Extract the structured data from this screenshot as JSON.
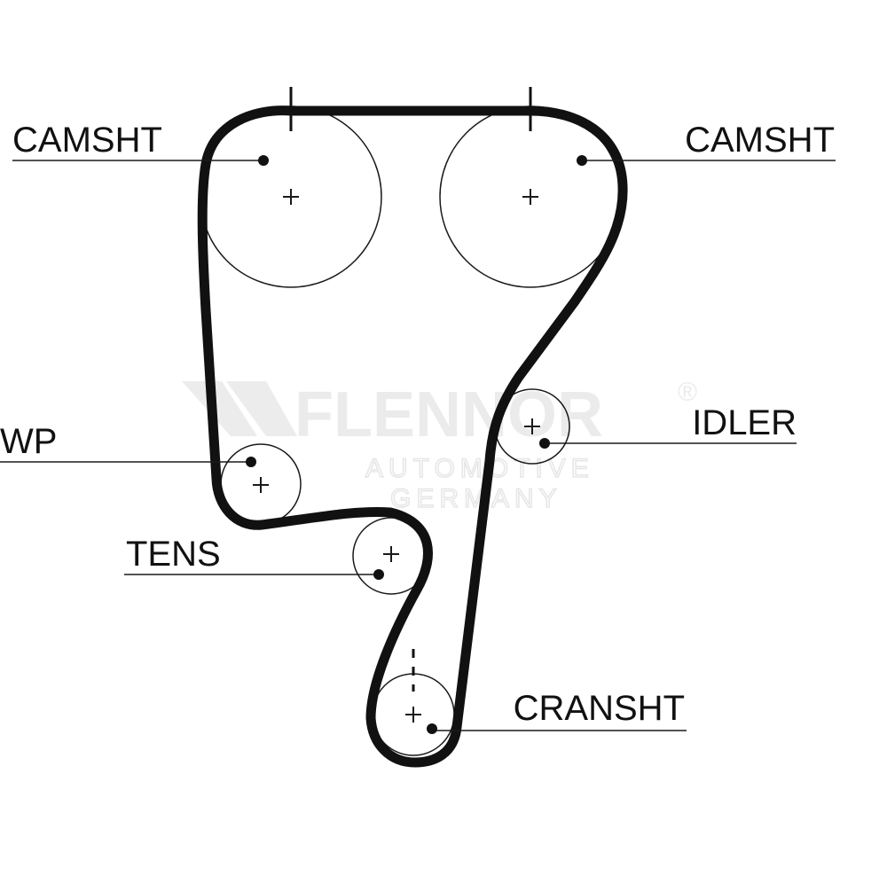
{
  "watermark": {
    "brand": "FLENNOR",
    "line1": "AUTOMOTIVE",
    "line2": "GERMANY",
    "registered": "®",
    "color": "#ebebeb"
  },
  "labels": {
    "camshaft_left": "CAMSHT",
    "camshaft_right": "CAMSHT",
    "water_pump": "WP",
    "tensioner": "TENS",
    "idler": "IDLER",
    "crankshaft": "CRANSHT"
  },
  "colors": {
    "belt": "#111111",
    "line": "#1a1a1a",
    "background": "#ffffff"
  }
}
